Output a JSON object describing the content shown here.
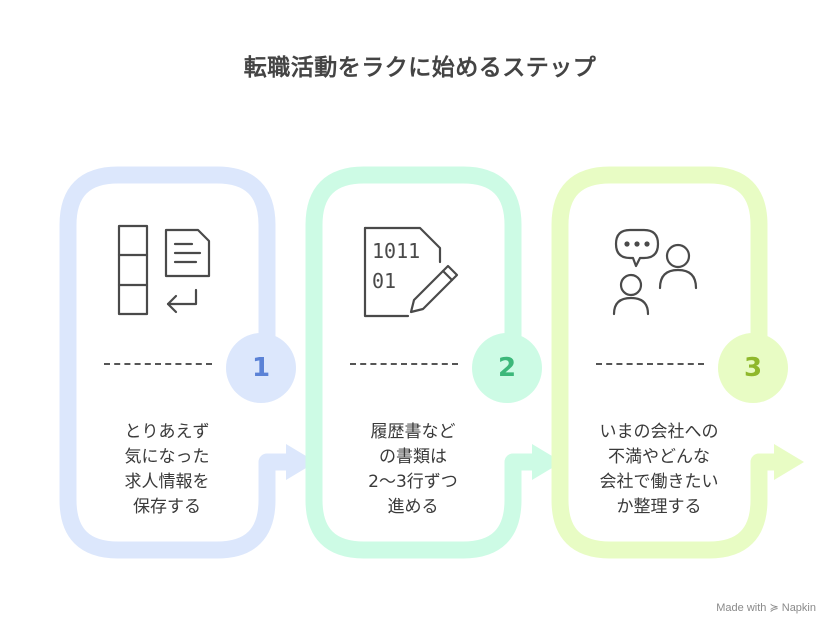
{
  "title": "転職活動をラクに始めるステップ",
  "steps": [
    {
      "number": "1",
      "lines": [
        "とりあえず",
        "気になった",
        "求人情報を",
        "保存する"
      ],
      "icon": "list-save-icon",
      "frame_color": "#dce7fc",
      "circle_color": "#dce7fc",
      "number_color": "#5b82d6"
    },
    {
      "number": "2",
      "lines": [
        "履歴書など",
        "の書類は",
        "2〜3行ずつ",
        "進める"
      ],
      "icon": "document-edit-icon",
      "frame_color": "#cdfbe5",
      "circle_color": "#cdfbe5",
      "number_color": "#3cb87a"
    },
    {
      "number": "3",
      "lines": [
        "いまの会社への",
        "不満やどんな",
        "会社で働きたい",
        "か整理する"
      ],
      "icon": "people-conversation-icon",
      "frame_color": "#e8fcc4",
      "circle_color": "#e8fcc4",
      "number_color": "#8fb82c"
    }
  ],
  "watermark": {
    "prefix": "Made with",
    "brand": "Napkin"
  }
}
